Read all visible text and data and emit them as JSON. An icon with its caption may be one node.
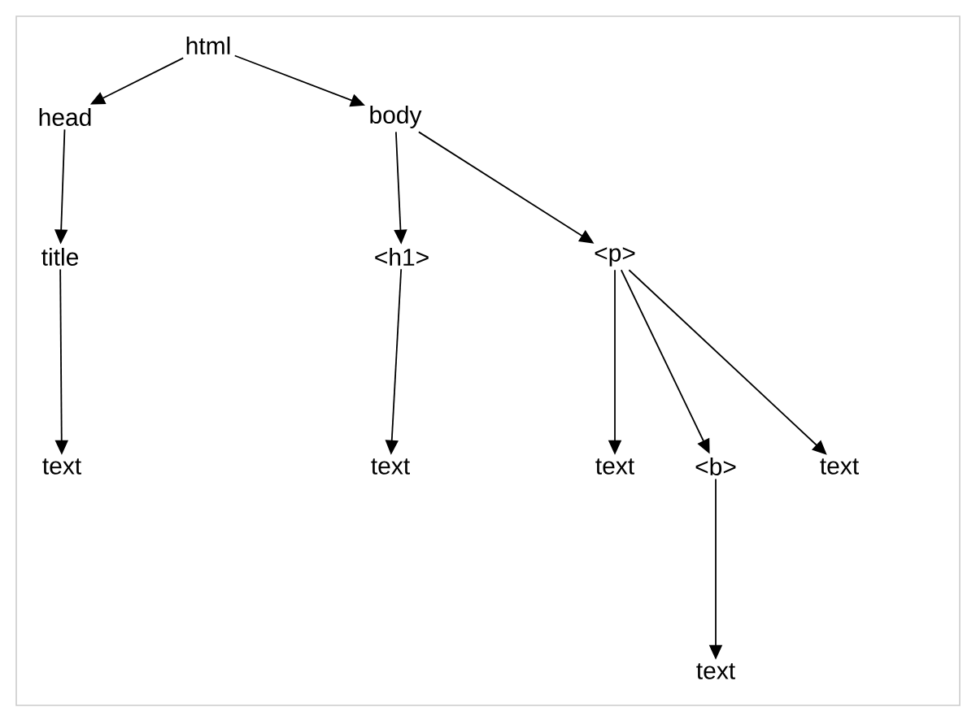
{
  "diagram": {
    "nodes": [
      {
        "text": [
          "html"
        ]
      },
      {
        "text": [
          "head"
        ]
      },
      {
        "text": [
          "body"
        ]
      },
      {
        "text": [
          "title"
        ]
      },
      {
        "text": [
          "<h1>"
        ]
      },
      {
        "text": [
          "<p>"
        ]
      },
      {
        "text": [
          "text"
        ]
      },
      {
        "text": [
          "text"
        ]
      },
      {
        "text": [
          "text"
        ]
      },
      {
        "text": [
          "<b>"
        ]
      },
      {
        "text": [
          "text"
        ]
      },
      {
        "text": [
          "text"
        ]
      }
    ],
    "edges": [
      {
        "from": 0,
        "to": 1,
        "arrow": "to"
      },
      {
        "from": 0,
        "to": 2,
        "arrow": "to"
      },
      {
        "from": 1,
        "to": 3,
        "arrow": "to"
      },
      {
        "from": 3,
        "to": 6,
        "arrow": "to"
      },
      {
        "from": 2,
        "to": 4,
        "arrow": "to"
      },
      {
        "from": 2,
        "to": 5,
        "arrow": "to"
      },
      {
        "from": 4,
        "to": 7,
        "arrow": "to"
      },
      {
        "from": 5,
        "to": 8,
        "arrow": "to"
      },
      {
        "from": 5,
        "to": 9,
        "arrow": "to"
      },
      {
        "from": 5,
        "to": 10,
        "arrow": "to"
      },
      {
        "from": 9,
        "to": 11,
        "arrow": "to"
      }
    ]
  }
}
